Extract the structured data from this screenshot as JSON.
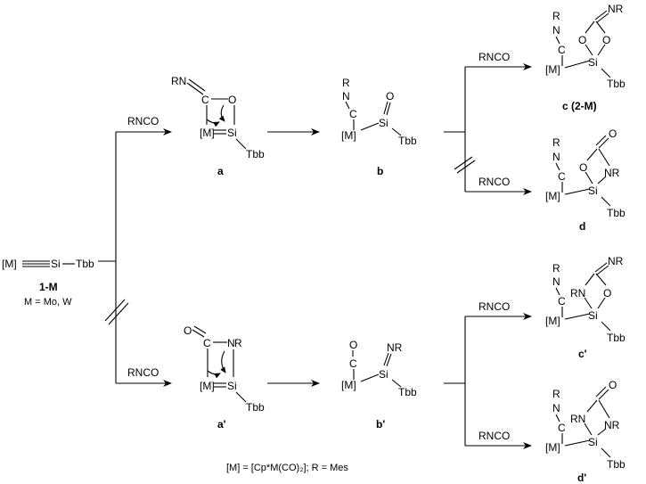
{
  "start": {
    "formula": {
      "metal": "[M]",
      "si": "Si",
      "tbb": "Tbb"
    },
    "label": "1-M",
    "note": "M = Mo, W"
  },
  "reagent": "RNCO",
  "atoms": {
    "M": "[M]",
    "Si": "Si",
    "Tbb": "Tbb",
    "O": "O",
    "C": "C",
    "N": "N",
    "R": "R",
    "RN": "RN",
    "NR": "NR"
  },
  "labels": {
    "a": "a",
    "b": "b",
    "c": "c (2-M)",
    "d": "d",
    "a_prime": "a'",
    "b_prime": "b'",
    "c_prime": "c'",
    "d_prime": "d'"
  },
  "footnote": "[M] = [Cp*M(CO)₂]; R = Mes"
}
